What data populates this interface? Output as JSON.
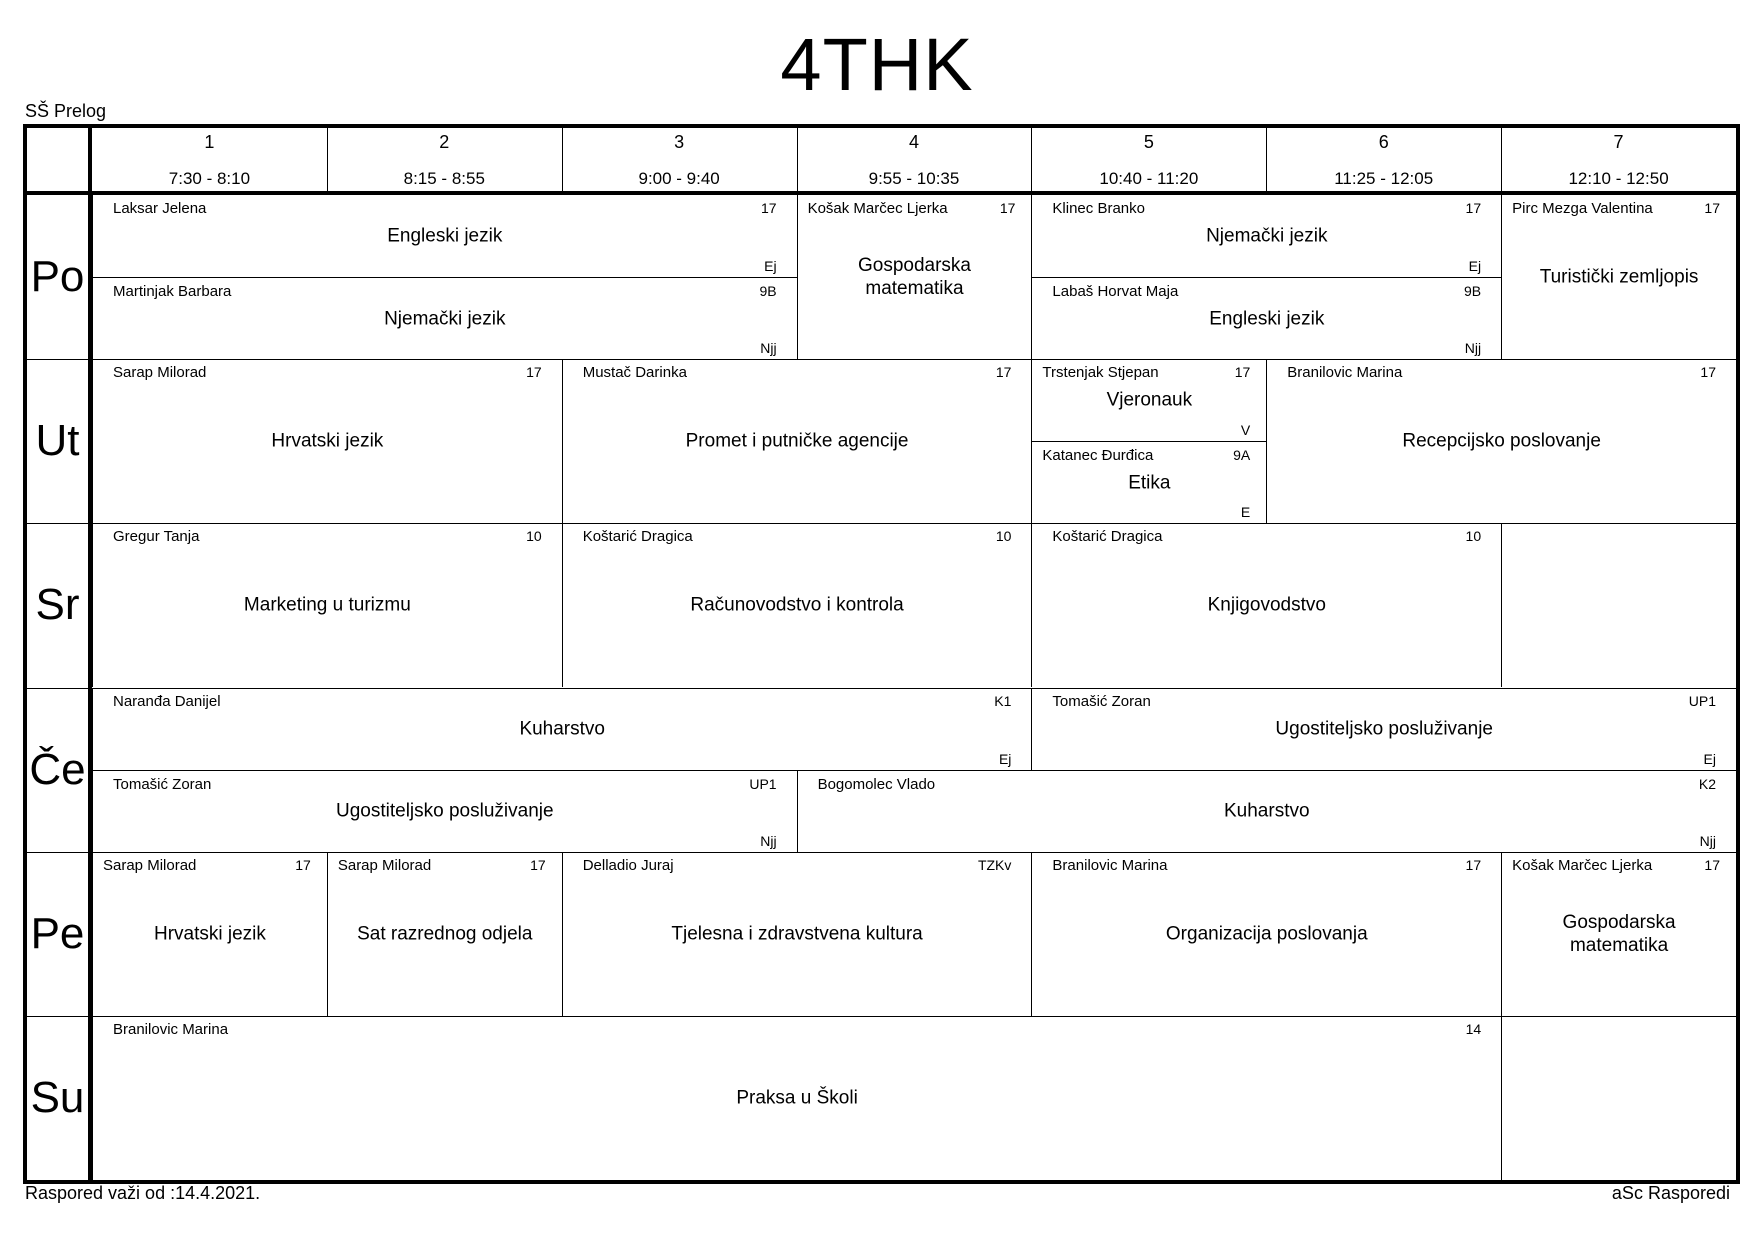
{
  "title": "4THK",
  "school": "SŠ Prelog",
  "valid_from": "Raspored važi od :14.4.2021.",
  "brand": "aSc Rasporedi",
  "periods": [
    {
      "num": "1",
      "time": "7:30 - 8:10"
    },
    {
      "num": "2",
      "time": "8:15 - 8:55"
    },
    {
      "num": "3",
      "time": "9:00 - 9:40"
    },
    {
      "num": "4",
      "time": "9:55 - 10:35"
    },
    {
      "num": "5",
      "time": "10:40 - 11:20"
    },
    {
      "num": "6",
      "time": "11:25 - 12:05"
    },
    {
      "num": "7",
      "time": "12:10 - 12:50"
    }
  ],
  "days": [
    "Po",
    "Ut",
    "Sr",
    "Če",
    "Pe",
    "Su"
  ],
  "lessons": [
    {
      "day": 0,
      "start": 1,
      "span": 3,
      "part": 0,
      "parts": 2,
      "teacher": "Laksar Jelena",
      "room": "17",
      "subject": "Engleski jezik",
      "group": "Ej"
    },
    {
      "day": 0,
      "start": 1,
      "span": 3,
      "part": 1,
      "parts": 2,
      "teacher": "Martinjak Barbara",
      "room": "9B",
      "subject": "Njemački jezik",
      "group": "Njj"
    },
    {
      "day": 0,
      "start": 4,
      "span": 1,
      "part": 0,
      "parts": 1,
      "teacher": "Košak Marčec Ljerka",
      "room": "17",
      "subject": "Gospodarska matematika",
      "group": ""
    },
    {
      "day": 0,
      "start": 5,
      "span": 2,
      "part": 0,
      "parts": 2,
      "teacher": "Klinec Branko",
      "room": "17",
      "subject": "Njemački jezik",
      "group": "Ej"
    },
    {
      "day": 0,
      "start": 5,
      "span": 2,
      "part": 1,
      "parts": 2,
      "teacher": "Labaš Horvat Maja",
      "room": "9B",
      "subject": "Engleski jezik",
      "group": "Njj"
    },
    {
      "day": 0,
      "start": 7,
      "span": 1,
      "part": 0,
      "parts": 1,
      "teacher": "Pirc Mezga Valentina",
      "room": "17",
      "subject": "Turistički zemljopis",
      "group": ""
    },
    {
      "day": 1,
      "start": 1,
      "span": 2,
      "part": 0,
      "parts": 1,
      "teacher": "Sarap Milorad",
      "room": "17",
      "subject": "Hrvatski jezik",
      "group": ""
    },
    {
      "day": 1,
      "start": 3,
      "span": 2,
      "part": 0,
      "parts": 1,
      "teacher": "Mustač Darinka",
      "room": "17",
      "subject": "Promet i putničke agencije",
      "group": ""
    },
    {
      "day": 1,
      "start": 5,
      "span": 1,
      "part": 0,
      "parts": 2,
      "teacher": "Trstenjak Stjepan",
      "room": "17",
      "subject": "Vjeronauk",
      "group": "V"
    },
    {
      "day": 1,
      "start": 5,
      "span": 1,
      "part": 1,
      "parts": 2,
      "teacher": "Katanec Đurđica",
      "room": "9A",
      "subject": "Etika",
      "group": "E"
    },
    {
      "day": 1,
      "start": 6,
      "span": 2,
      "part": 0,
      "parts": 1,
      "teacher": "Branilovic Marina",
      "room": "17",
      "subject": "Recepcijsko poslovanje",
      "group": ""
    },
    {
      "day": 2,
      "start": 1,
      "span": 2,
      "part": 0,
      "parts": 1,
      "teacher": "Gregur Tanja",
      "room": "10",
      "subject": "Marketing u turizmu",
      "group": ""
    },
    {
      "day": 2,
      "start": 3,
      "span": 2,
      "part": 0,
      "parts": 1,
      "teacher": "Koštarić Dragica",
      "room": "10",
      "subject": "Računovodstvo i kontrola",
      "group": ""
    },
    {
      "day": 2,
      "start": 5,
      "span": 2,
      "part": 0,
      "parts": 1,
      "teacher": "Koštarić Dragica",
      "room": "10",
      "subject": "Knjigovodstvo",
      "group": ""
    },
    {
      "day": 2,
      "start": 7,
      "span": 1,
      "part": 0,
      "parts": 1,
      "teacher": "",
      "room": "",
      "subject": "",
      "group": ""
    },
    {
      "day": 3,
      "start": 1,
      "span": 4,
      "part": 0,
      "parts": 2,
      "teacher": "Naranđa Danijel",
      "room": "K1",
      "subject": "Kuharstvo",
      "group": "Ej"
    },
    {
      "day": 3,
      "start": 5,
      "span": 3,
      "part": 0,
      "parts": 2,
      "teacher": "Tomašić Zoran",
      "room": "UP1",
      "subject": "Ugostiteljsko posluživanje",
      "group": "Ej"
    },
    {
      "day": 3,
      "start": 1,
      "span": 3,
      "part": 1,
      "parts": 2,
      "teacher": "Tomašić Zoran",
      "room": "UP1",
      "subject": "Ugostiteljsko posluživanje",
      "group": "Njj"
    },
    {
      "day": 3,
      "start": 4,
      "span": 4,
      "part": 1,
      "parts": 2,
      "teacher": "Bogomolec Vlado",
      "room": "K2",
      "subject": "Kuharstvo",
      "group": "Njj"
    },
    {
      "day": 4,
      "start": 1,
      "span": 1,
      "part": 0,
      "parts": 1,
      "teacher": "Sarap Milorad",
      "room": "17",
      "subject": "Hrvatski jezik",
      "group": ""
    },
    {
      "day": 4,
      "start": 2,
      "span": 1,
      "part": 0,
      "parts": 1,
      "teacher": "Sarap Milorad",
      "room": "17",
      "subject": "Sat razrednog odjela",
      "group": ""
    },
    {
      "day": 4,
      "start": 3,
      "span": 2,
      "part": 0,
      "parts": 1,
      "teacher": "Delladio Juraj",
      "room": "TZKv",
      "subject": "Tjelesna i zdravstvena kultura",
      "group": ""
    },
    {
      "day": 4,
      "start": 5,
      "span": 2,
      "part": 0,
      "parts": 1,
      "teacher": "Branilovic Marina",
      "room": "17",
      "subject": "Organizacija poslovanja",
      "group": ""
    },
    {
      "day": 4,
      "start": 7,
      "span": 1,
      "part": 0,
      "parts": 1,
      "teacher": "Košak Marčec Ljerka",
      "room": "17",
      "subject": "Gospodarska matematika",
      "group": ""
    },
    {
      "day": 5,
      "start": 1,
      "span": 6,
      "part": 0,
      "parts": 1,
      "teacher": "Branilovic Marina",
      "room": "14",
      "subject": "Praksa u Školi",
      "group": ""
    },
    {
      "day": 5,
      "start": 7,
      "span": 1,
      "part": 0,
      "parts": 1,
      "teacher": "",
      "room": "",
      "subject": "",
      "group": ""
    }
  ]
}
